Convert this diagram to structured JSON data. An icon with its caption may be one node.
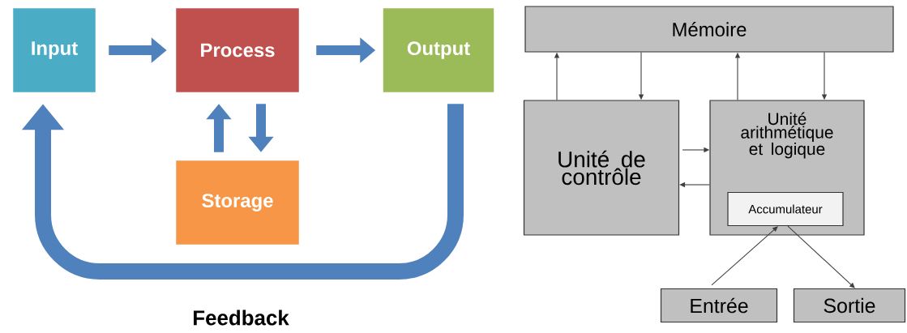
{
  "diagram": {
    "nodes": [
      {
        "text": [
          "Input"
        ]
      },
      {
        "text": [
          "Process"
        ]
      },
      {
        "text": [
          "Output"
        ]
      },
      {
        "text": [
          "Storage"
        ]
      },
      {
        "text": [
          "Mémoire"
        ]
      },
      {
        "text": [
          "Unité de contrôle"
        ]
      },
      {
        "text": [
          "Unité arithmétique et logique"
        ]
      },
      {
        "text": [
          "Accumulateur"
        ],
        "in": 6
      },
      {
        "text": [
          "Entrée"
        ]
      },
      {
        "text": [
          "Sortie"
        ]
      }
    ],
    "edges": [
      {
        "from": 0,
        "to": 1,
        "arrow": "to",
        "style": "thick",
        "color": "#4f81bd"
      },
      {
        "from": 1,
        "to": 2,
        "arrow": "to",
        "style": "thick",
        "color": "#4f81bd"
      },
      {
        "from": 3,
        "to": 1,
        "arrow": "to",
        "style": "thick",
        "color": "#4f81bd"
      },
      {
        "from": 1,
        "to": 3,
        "arrow": "to",
        "style": "thick",
        "color": "#4f81bd"
      },
      {
        "from": 2,
        "to": 0,
        "arrow": "to",
        "style": "thick",
        "color": "#4f81bd"
      },
      {
        "from": 5,
        "to": 4,
        "arrow": "to"
      },
      {
        "from": 4,
        "to": 5,
        "arrow": "to"
      },
      {
        "from": 6,
        "to": 4,
        "arrow": "to"
      },
      {
        "from": 4,
        "to": 6,
        "arrow": "to"
      },
      {
        "from": 5,
        "to": 6,
        "arrow": "to"
      },
      {
        "from": 6,
        "to": 5,
        "arrow": "to"
      },
      {
        "from": 8,
        "to": 7,
        "arrow": "to"
      },
      {
        "from": 7,
        "to": 9,
        "arrow": "to"
      }
    ],
    "labels": [
      "Feedback"
    ]
  }
}
